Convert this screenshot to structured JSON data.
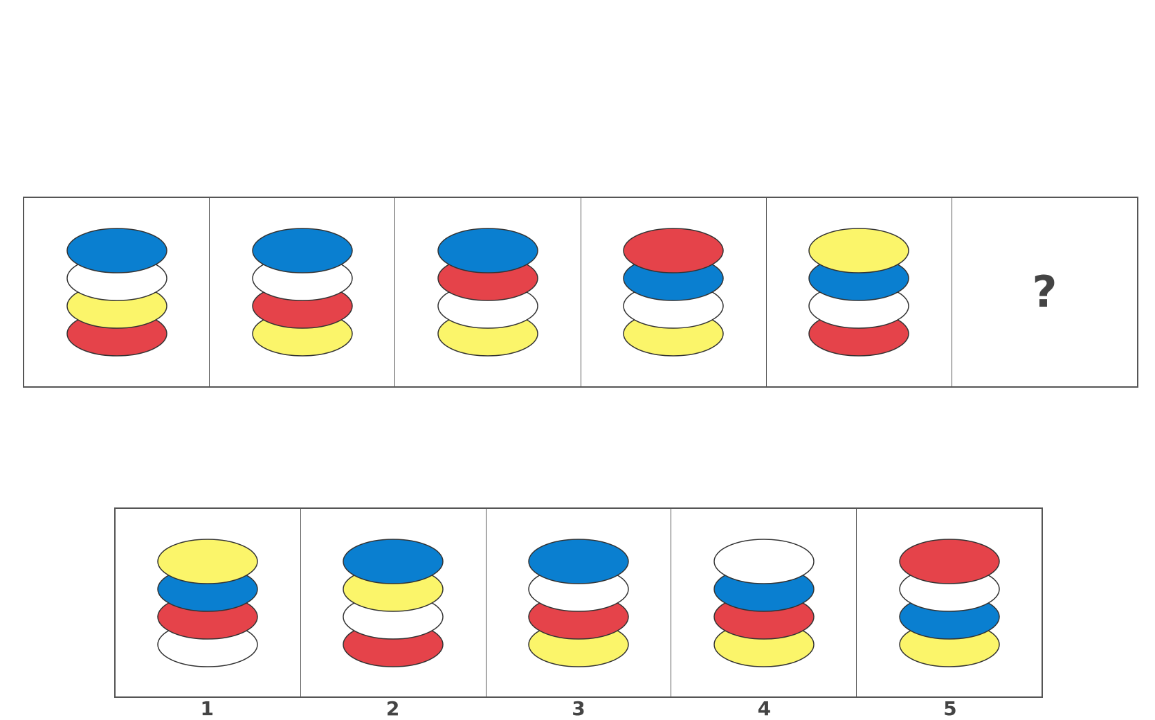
{
  "colors": {
    "blue": "#0a7fd0",
    "white": "#ffffff",
    "yellow": "#fbf56a",
    "red": "#e5434a",
    "outline": "#333333"
  },
  "sequence": [
    {
      "discs": [
        "blue",
        "white",
        "yellow",
        "red"
      ]
    },
    {
      "discs": [
        "blue",
        "white",
        "red",
        "yellow"
      ]
    },
    {
      "discs": [
        "blue",
        "red",
        "white",
        "yellow"
      ]
    },
    {
      "discs": [
        "red",
        "blue",
        "white",
        "yellow"
      ]
    },
    {
      "discs": [
        "yellow",
        "blue",
        "white",
        "red"
      ]
    },
    {
      "question": "?"
    }
  ],
  "options": [
    {
      "label": "1",
      "discs": [
        "yellow",
        "blue",
        "red",
        "white"
      ]
    },
    {
      "label": "2",
      "discs": [
        "blue",
        "yellow",
        "white",
        "red"
      ]
    },
    {
      "label": "3",
      "discs": [
        "blue",
        "white",
        "red",
        "yellow"
      ]
    },
    {
      "label": "4",
      "discs": [
        "white",
        "blue",
        "red",
        "yellow"
      ]
    },
    {
      "label": "5",
      "discs": [
        "red",
        "white",
        "blue",
        "yellow"
      ]
    }
  ]
}
